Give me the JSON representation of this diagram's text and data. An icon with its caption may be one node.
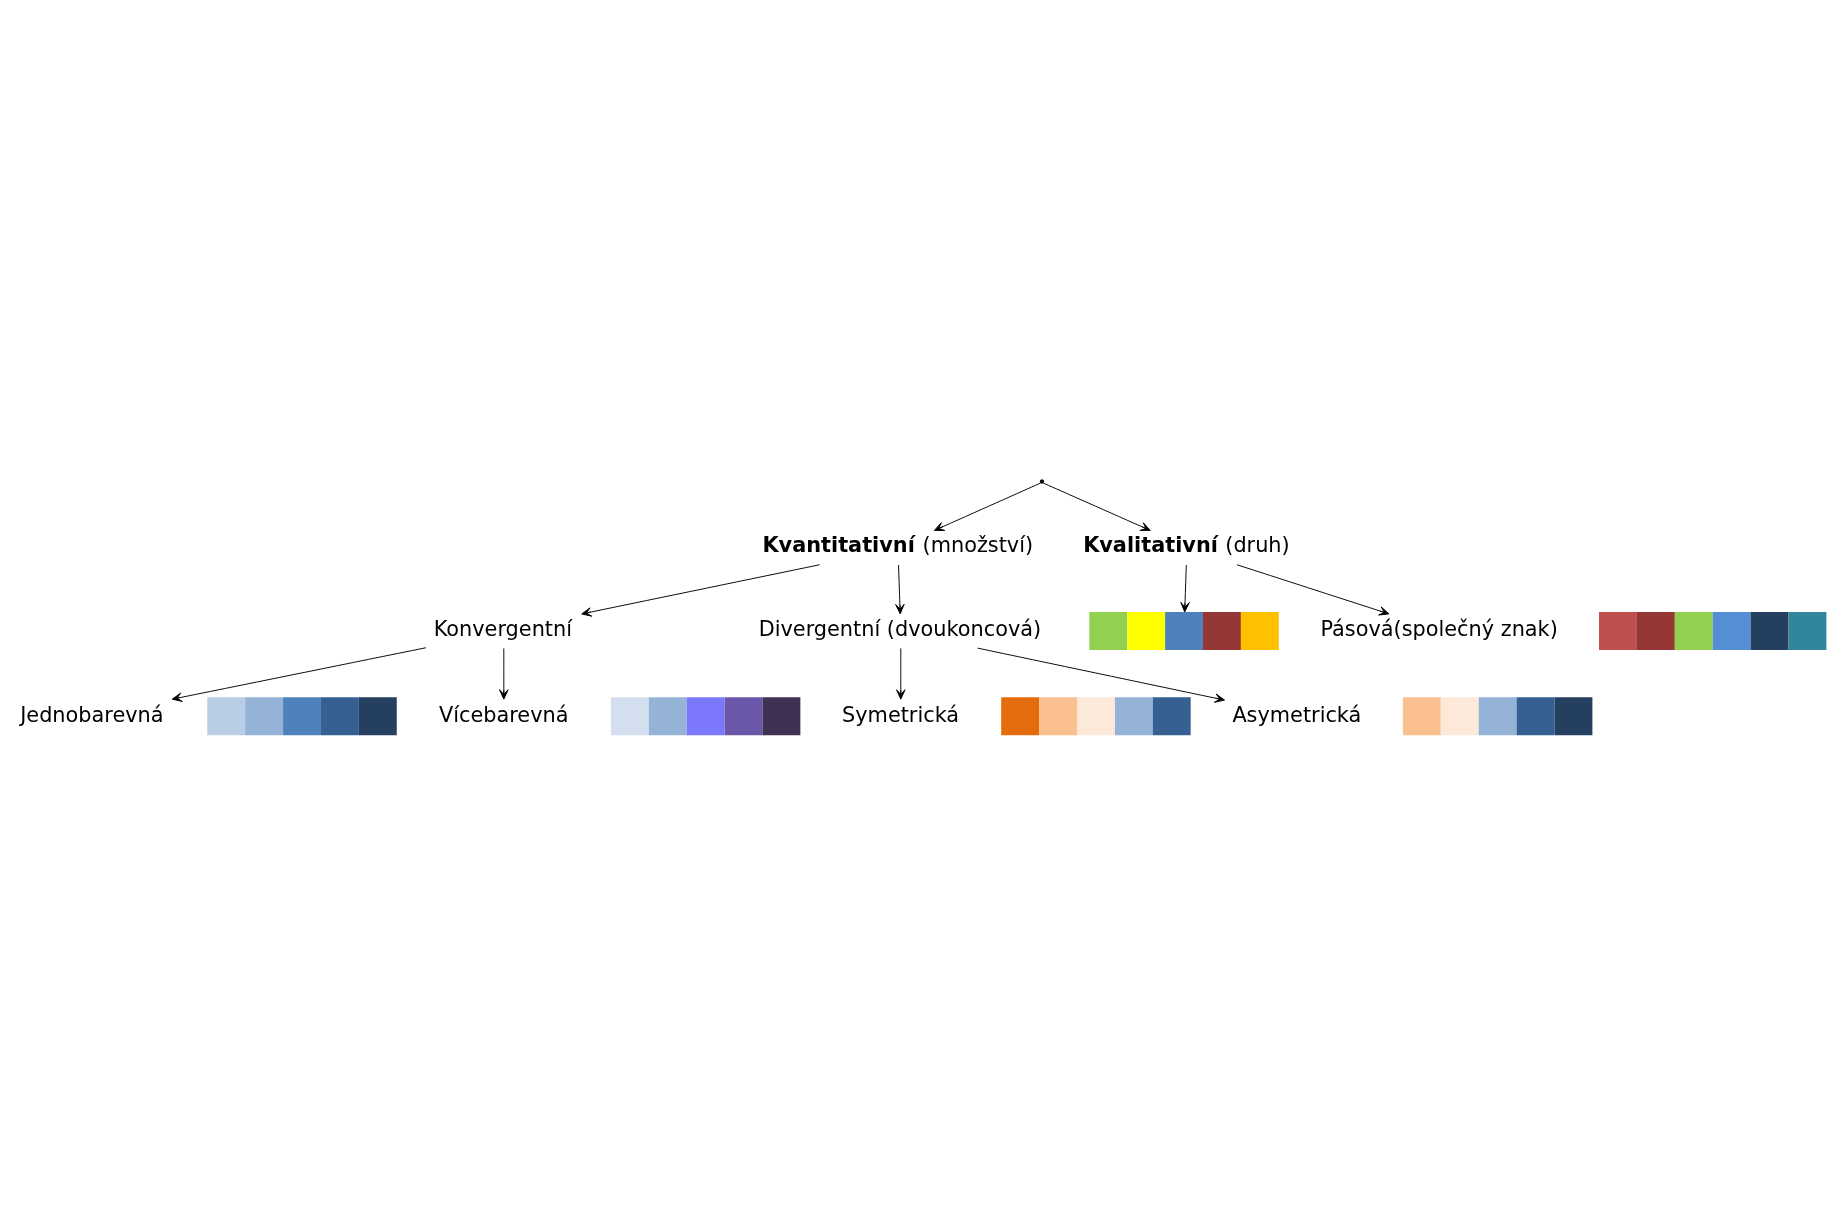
{
  "diagram": {
    "nodes": [
      {
        "text": [],
        "shape": "point"
      },
      {
        "text": [
          "**Kvantitativní** (množství)"
        ]
      },
      {
        "text": [
          "**Kvalitativní** (druh)"
        ]
      },
      {
        "text": [
          "Konvergentní"
        ]
      },
      {
        "text": [
          "Divergentní (dvoukoncová)"
        ]
      },
      {
        "text": [],
        "shape": "bar"
      },
      {
        "text": [
          "Jednobarevná"
        ]
      },
      {
        "text": [
          "Vícebarevná"
        ]
      },
      {
        "text": [
          "Pásová(společný znak)"
        ]
      },
      {
        "text": [],
        "shape": "bar"
      },
      {
        "text": [],
        "shape": "bar"
      },
      {
        "text": [],
        "shape": "bar"
      },
      {
        "text": [
          "Symetrická"
        ]
      },
      {
        "text": [
          "Asymetrická"
        ]
      },
      {
        "text": [],
        "shape": "bar"
      },
      {
        "text": [],
        "shape": "bar"
      }
    ],
    "edges": [
      {
        "from": 0,
        "to": 1,
        "arrow": "to"
      },
      {
        "from": 0,
        "to": 2,
        "arrow": "to"
      },
      {
        "from": 1,
        "to": 3,
        "arrow": "to"
      },
      {
        "from": 1,
        "to": 4,
        "arrow": "to"
      },
      {
        "from": 2,
        "to": 8,
        "arrow": "to"
      },
      {
        "from": 2,
        "to": 5,
        "arrow": "to"
      },
      {
        "from": 3,
        "to": 6,
        "arrow": "to"
      },
      {
        "from": 3,
        "to": 7,
        "arrow": "to"
      },
      {
        "from": 4,
        "to": 12,
        "arrow": "to"
      },
      {
        "from": 4,
        "to": 13,
        "arrow": "to"
      }
    ]
  }
}
